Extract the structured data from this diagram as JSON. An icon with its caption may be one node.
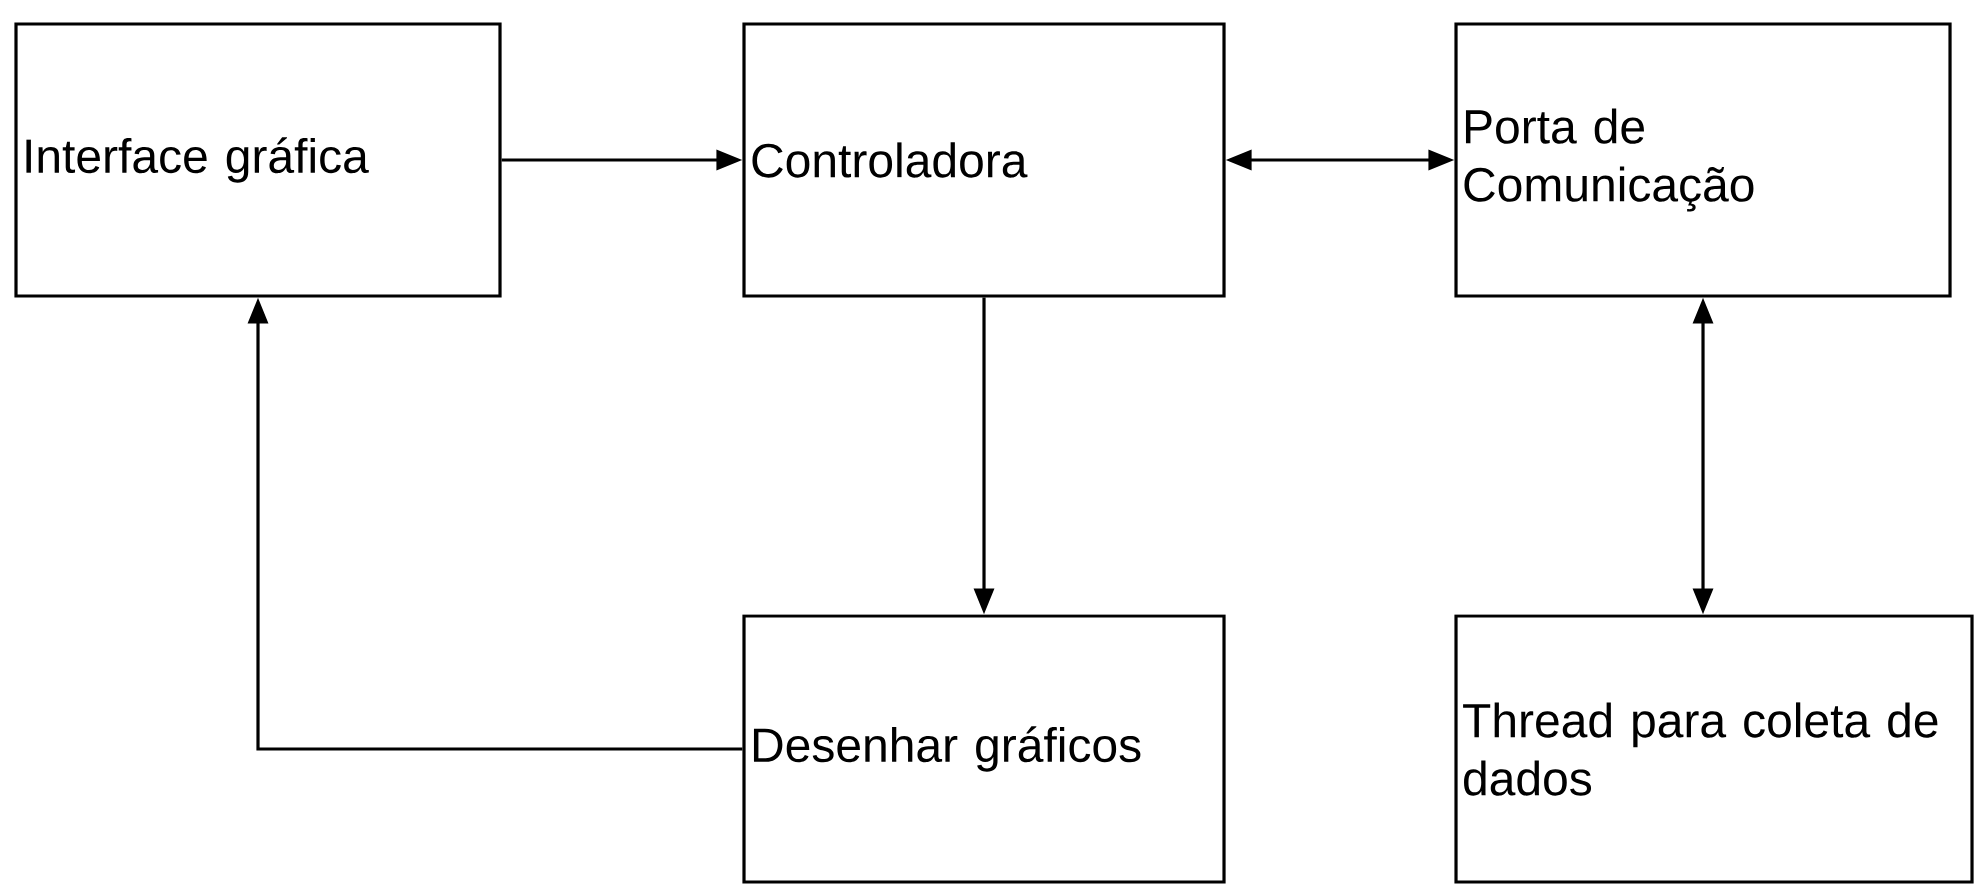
{
  "diagram": {
    "nodes": [
      {
        "text": [
          "Interface gráfica"
        ]
      },
      {
        "text": [
          "Controladora"
        ]
      },
      {
        "text": [
          "Porta de Comunicação"
        ]
      },
      {
        "text": [
          "Desenhar gráficos"
        ]
      },
      {
        "text": [
          "Thread para coleta de dados"
        ]
      }
    ],
    "edges": [
      {
        "from": 0,
        "to": 1,
        "arrow": "to"
      },
      {
        "from": 1,
        "to": 2,
        "arrow": "both"
      },
      {
        "from": 1,
        "to": 3,
        "arrow": "to"
      },
      {
        "from": 2,
        "to": 4,
        "arrow": "both"
      },
      {
        "from": 3,
        "to": 0,
        "arrow": "to"
      }
    ]
  }
}
